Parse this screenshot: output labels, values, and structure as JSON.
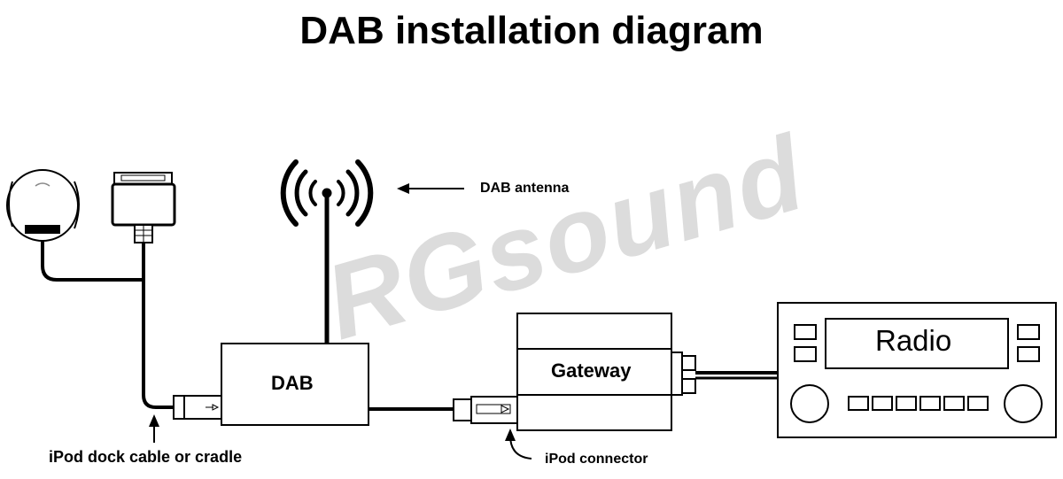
{
  "title": "DAB installation diagram",
  "watermark": "RGsound",
  "labels": {
    "antenna": "DAB antenna",
    "dab_box": "DAB",
    "gateway_box": "Gateway",
    "radio_display": "Radio",
    "ipod_dock": "iPod dock cable or cradle",
    "ipod_connector": "iPod connector"
  },
  "icons": {
    "antenna": "antenna-waves-icon",
    "cradle": "ipod-cradle-icon",
    "dock_connector": "dock-connector-icon",
    "usb_plug": "usb-plug-icon",
    "radio_knob": "knob-icon"
  },
  "colors": {
    "line": "#000000",
    "watermark": "#d9d9d9",
    "background": "#ffffff"
  }
}
